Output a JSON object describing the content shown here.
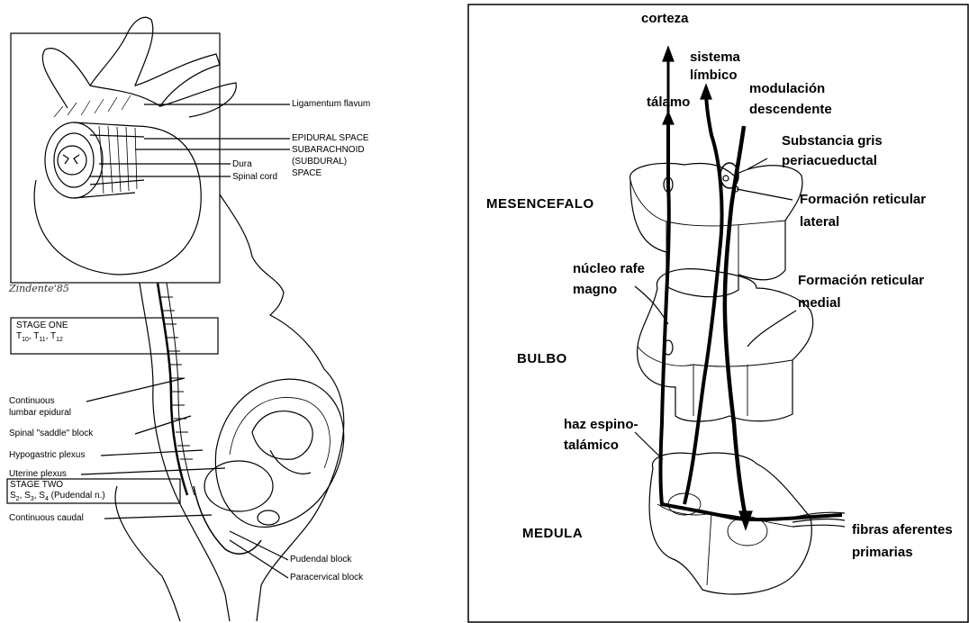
{
  "left_panel": {
    "labels": {
      "ligamentum_flavum": "Ligamentum flavum",
      "epidural_space": "EPIDURAL SPACE",
      "subarachnoid": "SUBARACHNOID",
      "subdural": "(SUBDURAL)",
      "space": "SPACE",
      "dura": "Dura",
      "spinal_cord": "Spinal cord",
      "continuous_lumbar_epidural_1": "Continuous",
      "continuous_lumbar_epidural_2": "lumbar epidural",
      "spinal_saddle_block": "Spinal \"saddle\" block",
      "hypogastric_plexus": "Hypogastric plexus",
      "uterine_plexus": "Uterine plexus",
      "continuous_caudal": "Continuous caudal",
      "pudendal_block": "Pudendal block",
      "paracervical_block": "Paracervical block"
    },
    "stage_one": {
      "title": "STAGE ONE",
      "t10": "T",
      "t10_sub": "10",
      "t11": ", T",
      "t11_sub": "11",
      "t12": ", T",
      "t12_sub": "12"
    },
    "stage_two": {
      "title": "STAGE TWO",
      "s2": "S",
      "s2_sub": "2",
      "s3": ", S",
      "s3_sub": "3",
      "s4": ", S",
      "s4_sub": "4",
      "pudendal": " (Pudendal n.)"
    },
    "signature": "Zindente'85"
  },
  "right_panel": {
    "labels": {
      "corteza": "corteza",
      "sistema_1": "sistema",
      "sistema_2": "límbico",
      "talamo": "tálamo",
      "modulacion_1": "modulación",
      "modulacion_2": "descendente",
      "substancia_1": "Substancia gris",
      "substancia_2": "periacueductal",
      "formacion_lateral_1": "Formación reticular",
      "formacion_lateral_2": "lateral",
      "nucleo_1": "núcleo rafe",
      "nucleo_2": "magno",
      "formacion_medial_1": "Formación reticular",
      "formacion_medial_2": "medial",
      "haz_1": "haz espino-",
      "haz_2": "talámico",
      "fibras_1": "fibras aferentes",
      "fibras_2": "primarias"
    },
    "regions": {
      "mesencefalo": "MESENCEFALO",
      "bulbo": "BULBO",
      "medula": "MEDULA"
    }
  }
}
